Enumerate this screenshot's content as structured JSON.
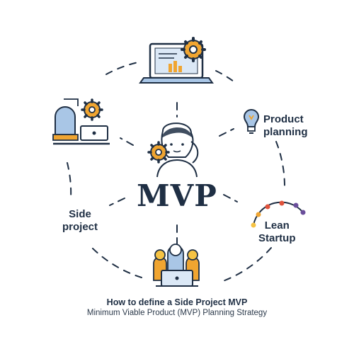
{
  "diagram": {
    "center_label": "MVP",
    "nodes": {
      "product_planning": "Product\nplanning",
      "lean_startup": "Lean\nStartup",
      "side_project": "Side\nproject"
    },
    "icons": [
      "laptop-chart-gear-icon",
      "lightbulb-icon",
      "lean-arc-dots-icon",
      "team-meeting-icon",
      "desk-laptop-gear-icon",
      "person-gear-icon"
    ],
    "colors": {
      "navy": "#1f2f44",
      "blue": "#a9c6e6",
      "orange": "#f0a531",
      "yellow": "#f6c343",
      "red": "#e0533c",
      "purple": "#6a4e9b"
    }
  },
  "caption": {
    "title": "How to define a Side Project MVP",
    "subtitle": "Minimum Viable Product (MVP) Planning Strategy"
  }
}
